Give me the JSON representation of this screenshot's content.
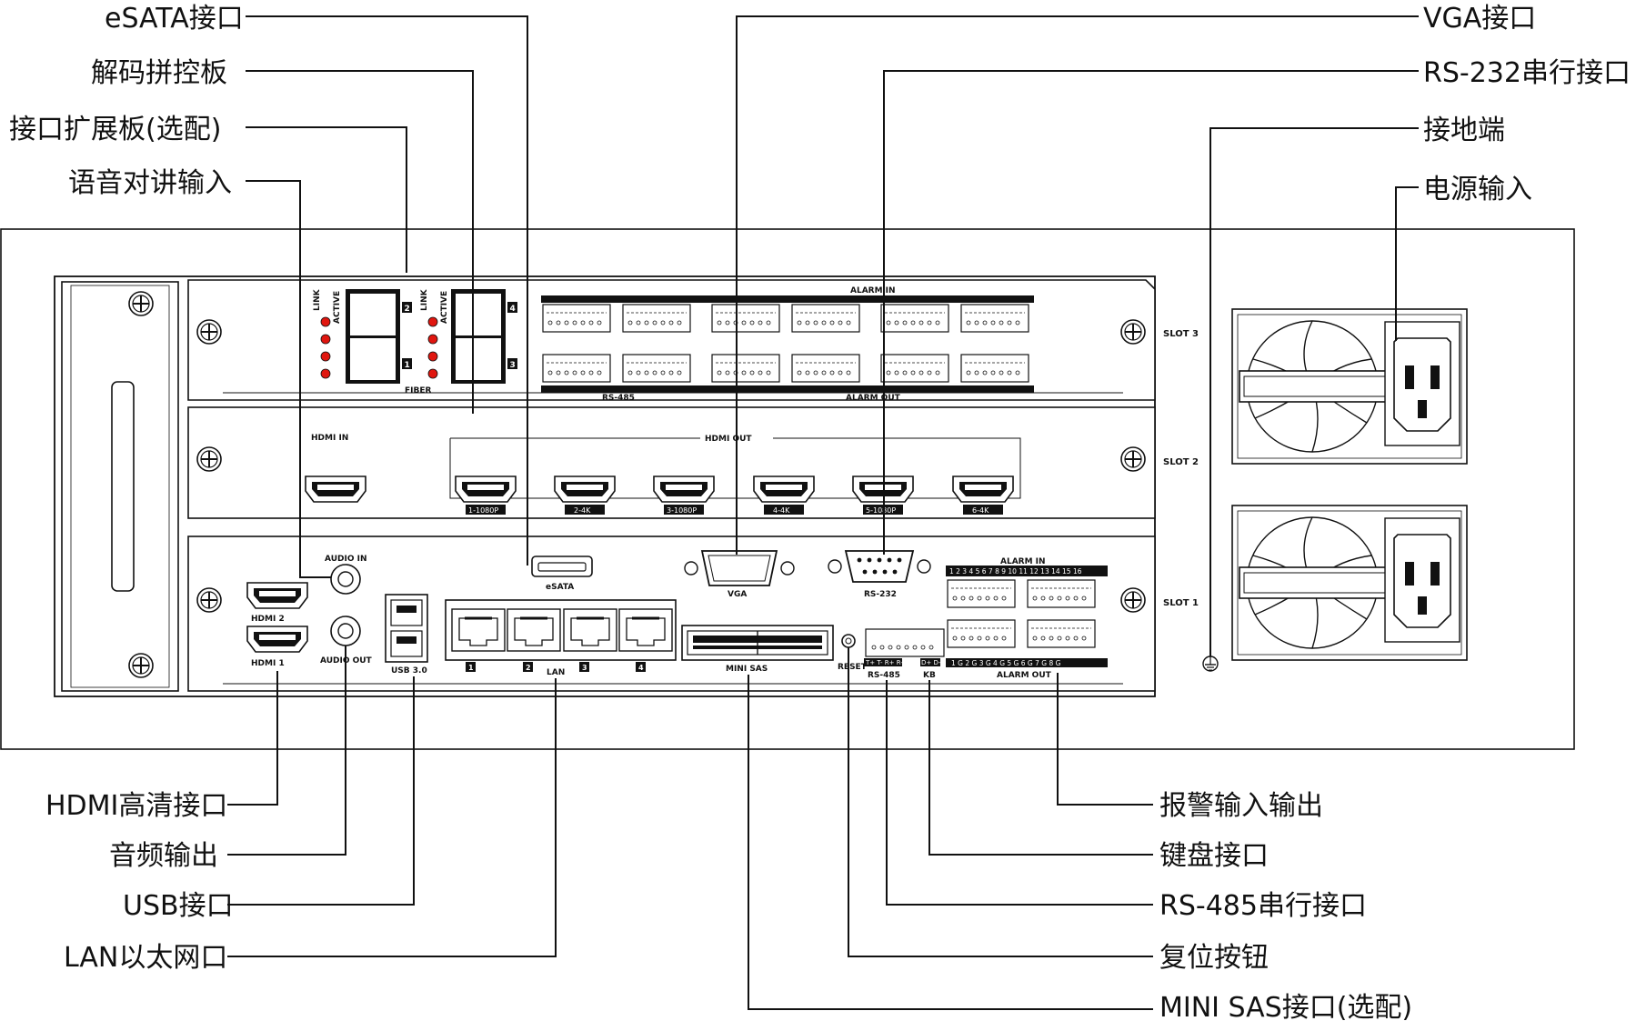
{
  "callouts": {
    "esata": "eSATA接口",
    "decode_board": "解码拼控板",
    "expansion_board": "接口扩展板(选配)",
    "voice_intercom": "语音对讲输入",
    "vga": "VGA接口",
    "rs232": "RS-232串行接口",
    "ground": "接地端",
    "power_input": "电源输入",
    "hdmi": "HDMI高清接口",
    "audio_out": "音频输出",
    "usb": "USB接口",
    "lan": "LAN以太网口",
    "alarm_io": "报警输入输出",
    "keyboard": "键盘接口",
    "rs485": "RS-485串行接口",
    "reset": "复位按钮",
    "mini_sas": "MINI SAS接口(选配)"
  },
  "panel": {
    "slot3": "SLOT 3",
    "slot2": "SLOT 2",
    "slot1": "SLOT 1",
    "link": "LINK",
    "active": "ACTIVE",
    "fiber": "FIBER",
    "fiber_port_1": "1",
    "fiber_port_2": "2",
    "fiber_port_3": "3",
    "fiber_port_4": "4",
    "alarm_in": "ALARM IN",
    "alarm_out": "ALARM OUT",
    "rs485": "RS-485",
    "hdmi_in": "HDMI IN",
    "hdmi_out": "HDMI OUT",
    "out_1": "1-1080P",
    "out_2": "2-4K",
    "out_3": "3-1080P",
    "out_4": "4-4K",
    "out_5": "5-1080P",
    "out_6": "6-4K",
    "audio_in": "AUDIO IN",
    "audio_out": "AUDIO OUT",
    "hdmi2": "HDMI 2",
    "hdmi1": "HDMI 1",
    "usb30": "USB 3.0",
    "esata": "eSATA",
    "vga": "VGA",
    "rs232": "RS-232",
    "lan": "LAN",
    "lan_1": "1",
    "lan_2": "2",
    "lan_3": "3",
    "lan_4": "4",
    "mini_sas": "MINI SAS",
    "reset": "RESET",
    "kb": "KB",
    "alarm_in_nums": "1 2 3 4 5 6 7 8  9 10 11 12 13 14 15 16",
    "alarm_out_nums": "1 G 2 G 3 G 4 G  5 G 6 G 7 G 8 G",
    "rs485_pins": "T+ T- R+ R-",
    "kb_pins": "D+ D-"
  }
}
